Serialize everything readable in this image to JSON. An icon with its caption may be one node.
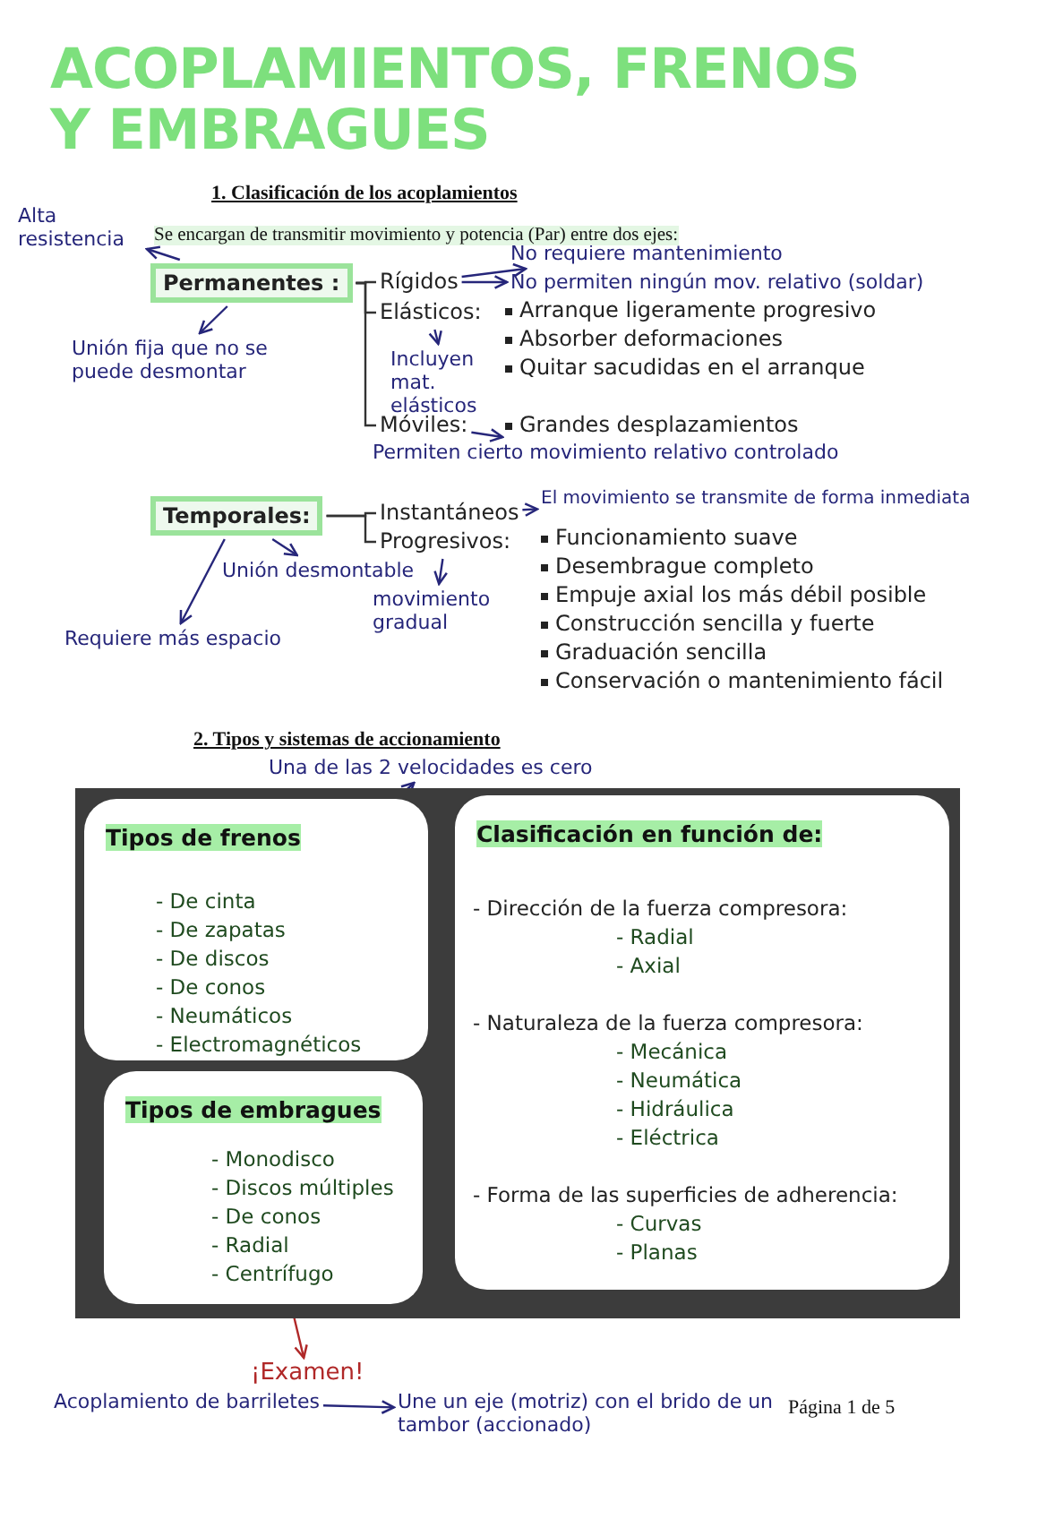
{
  "diagram": {
    "title": "ACOPLAMIENTOS, FRENOS Y EMBRAGUES",
    "nodes": [
      {
        "text": [
          "Alta resistencia"
        ]
      },
      {
        "text": [
          "Permanentes :"
        ]
      },
      {
        "text": [
          "Unión fija que no se puede desmontar"
        ]
      },
      {
        "text": [
          "Rígidos"
        ]
      },
      {
        "text": [
          "Elásticos:"
        ]
      },
      {
        "text": [
          "Móviles:"
        ]
      },
      {
        "text": [
          "No requiere mantenimiento"
        ]
      },
      {
        "text": [
          "No permiten ningún mov. relativo (soldar)"
        ]
      },
      {
        "text": [
          "Incluyen mat. elásticos"
        ]
      },
      {
        "text": [
          "Permiten cierto movimiento relativo controlado"
        ]
      },
      {
        "text": [
          "Temporales:"
        ]
      },
      {
        "text": [
          "Unión desmontable"
        ]
      },
      {
        "text": [
          "Requiere más espacio"
        ]
      },
      {
        "text": [
          "Instantáneos"
        ]
      },
      {
        "text": [
          "Progresivos:"
        ]
      },
      {
        "text": [
          "El movimiento se transmite de forma inmediata"
        ]
      },
      {
        "text": [
          "movimiento gradual"
        ]
      },
      {
        "text": [],
        "shape": "box"
      },
      {
        "text": [
          "Tipos de frenos",
          "- De cinta",
          "- De zapatas",
          "- De discos",
          "- De conos",
          "- Neumáticos",
          "- Electromagnéticos"
        ],
        "in": 17
      },
      {
        "text": [
          "Una de las 2 velocidades es cero"
        ]
      },
      {
        "text": [
          "Tipos de embragues",
          "- Monodisco",
          "- Discos múltiples",
          "- De conos",
          "- Radial",
          "- Centrífugo"
        ],
        "in": 17
      },
      {
        "text": [
          "¡Examen!"
        ]
      },
      {
        "text": [
          "Clasificación en función de:",
          "- Dirección de la fuerza compresora:",
          "- Radial",
          "- Axial",
          "- Naturaleza de la fuerza compresora:",
          "- Mecánica",
          "- Neumática",
          "- Hidráulica",
          "- Eléctrica",
          "- Forma de las superficies de adherencia:",
          "- Curvas",
          "- Planas"
        ],
        "in": 17
      },
      {
        "text": [
          "Acoplamiento de barriletes"
        ]
      },
      {
        "text": [
          "Une un eje (motriz) con el brido de un tambor (accionado)"
        ]
      }
    ],
    "edges": [
      {
        "from": 1,
        "to": 0,
        "arrow": "to"
      },
      {
        "from": 1,
        "to": 2,
        "arrow": "to"
      },
      {
        "from": 1,
        "to": 3,
        "arrow": "none"
      },
      {
        "from": 1,
        "to": 4,
        "arrow": "none"
      },
      {
        "from": 1,
        "to": 5,
        "arrow": "none"
      },
      {
        "from": 3,
        "to": 6,
        "arrow": "to"
      },
      {
        "from": 3,
        "to": 7,
        "arrow": "to"
      },
      {
        "from": 4,
        "to": 8,
        "arrow": "to"
      },
      {
        "from": 5,
        "to": 9,
        "arrow": "to"
      },
      {
        "from": 10,
        "to": 11,
        "arrow": "to"
      },
      {
        "from": 10,
        "to": 12,
        "arrow": "to"
      },
      {
        "from": 10,
        "to": 13,
        "arrow": "none"
      },
      {
        "from": 10,
        "to": 14,
        "arrow": "none"
      },
      {
        "from": 13,
        "to": 15,
        "arrow": "to"
      },
      {
        "from": 14,
        "to": 16,
        "arrow": "to"
      },
      {
        "from": 18,
        "to": 19,
        "arrow": "to"
      },
      {
        "from": 20,
        "to": 21,
        "arrow": "to",
        "color": "#b02828"
      },
      {
        "from": 23,
        "to": 24,
        "arrow": "to"
      }
    ],
    "labels": [
      "1. Clasificación de los acoplamientos",
      "Se encargan de transmitir movimiento y potencia (Par) entre dos ejes:",
      "Arranque ligeramente progresivo",
      "Absorber deformaciones",
      "Quitar sacudidas en el arranque",
      "Grandes desplazamientos",
      "Funcionamiento suave",
      "Desembrague completo",
      "Empuje axial los más débil posible",
      "Construcción sencilla y fuerte",
      "Graduación sencilla",
      "Conservación o mantenimiento fácil",
      "2. Tipos y sistemas de accionamiento",
      "Página 1 de 5"
    ]
  }
}
